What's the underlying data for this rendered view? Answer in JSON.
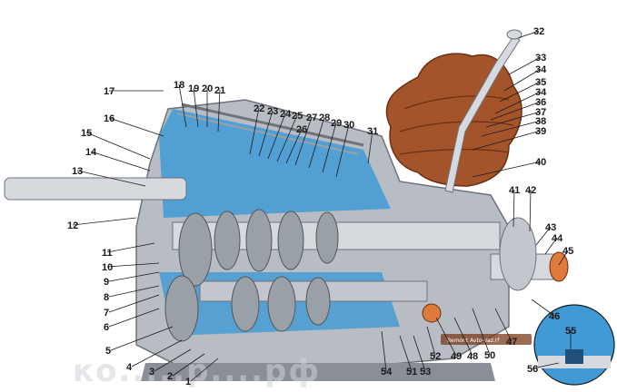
{
  "diagram": {
    "callouts": [
      "1",
      "2",
      "3",
      "4",
      "5",
      "6",
      "7",
      "8",
      "9",
      "10",
      "11",
      "12",
      "13",
      "14",
      "15",
      "16",
      "17",
      "18",
      "19",
      "20",
      "21",
      "22",
      "23",
      "24",
      "25",
      "26",
      "27",
      "28",
      "29",
      "30",
      "31",
      "32",
      "33",
      "34",
      "35",
      "34",
      "36",
      "37",
      "38",
      "39",
      "40",
      "41",
      "42",
      "43",
      "44",
      "45",
      "46",
      "47",
      "48",
      "49",
      "50",
      "51",
      "52",
      "53",
      "54",
      "55",
      "56"
    ],
    "watermark": "ко.....р....рф",
    "site_label": "Remont Avto-Vaz.rf"
  },
  "colors": {
    "housing": "#b8bcc3",
    "housing_dark": "#6e737b",
    "cutaway_blue": "#3f9ad6",
    "shaft_steel": "#d6d9dd",
    "boot_brown": "#a4542a",
    "gear_steel": "#9aa0a8",
    "accent_red": "#c8402a"
  }
}
